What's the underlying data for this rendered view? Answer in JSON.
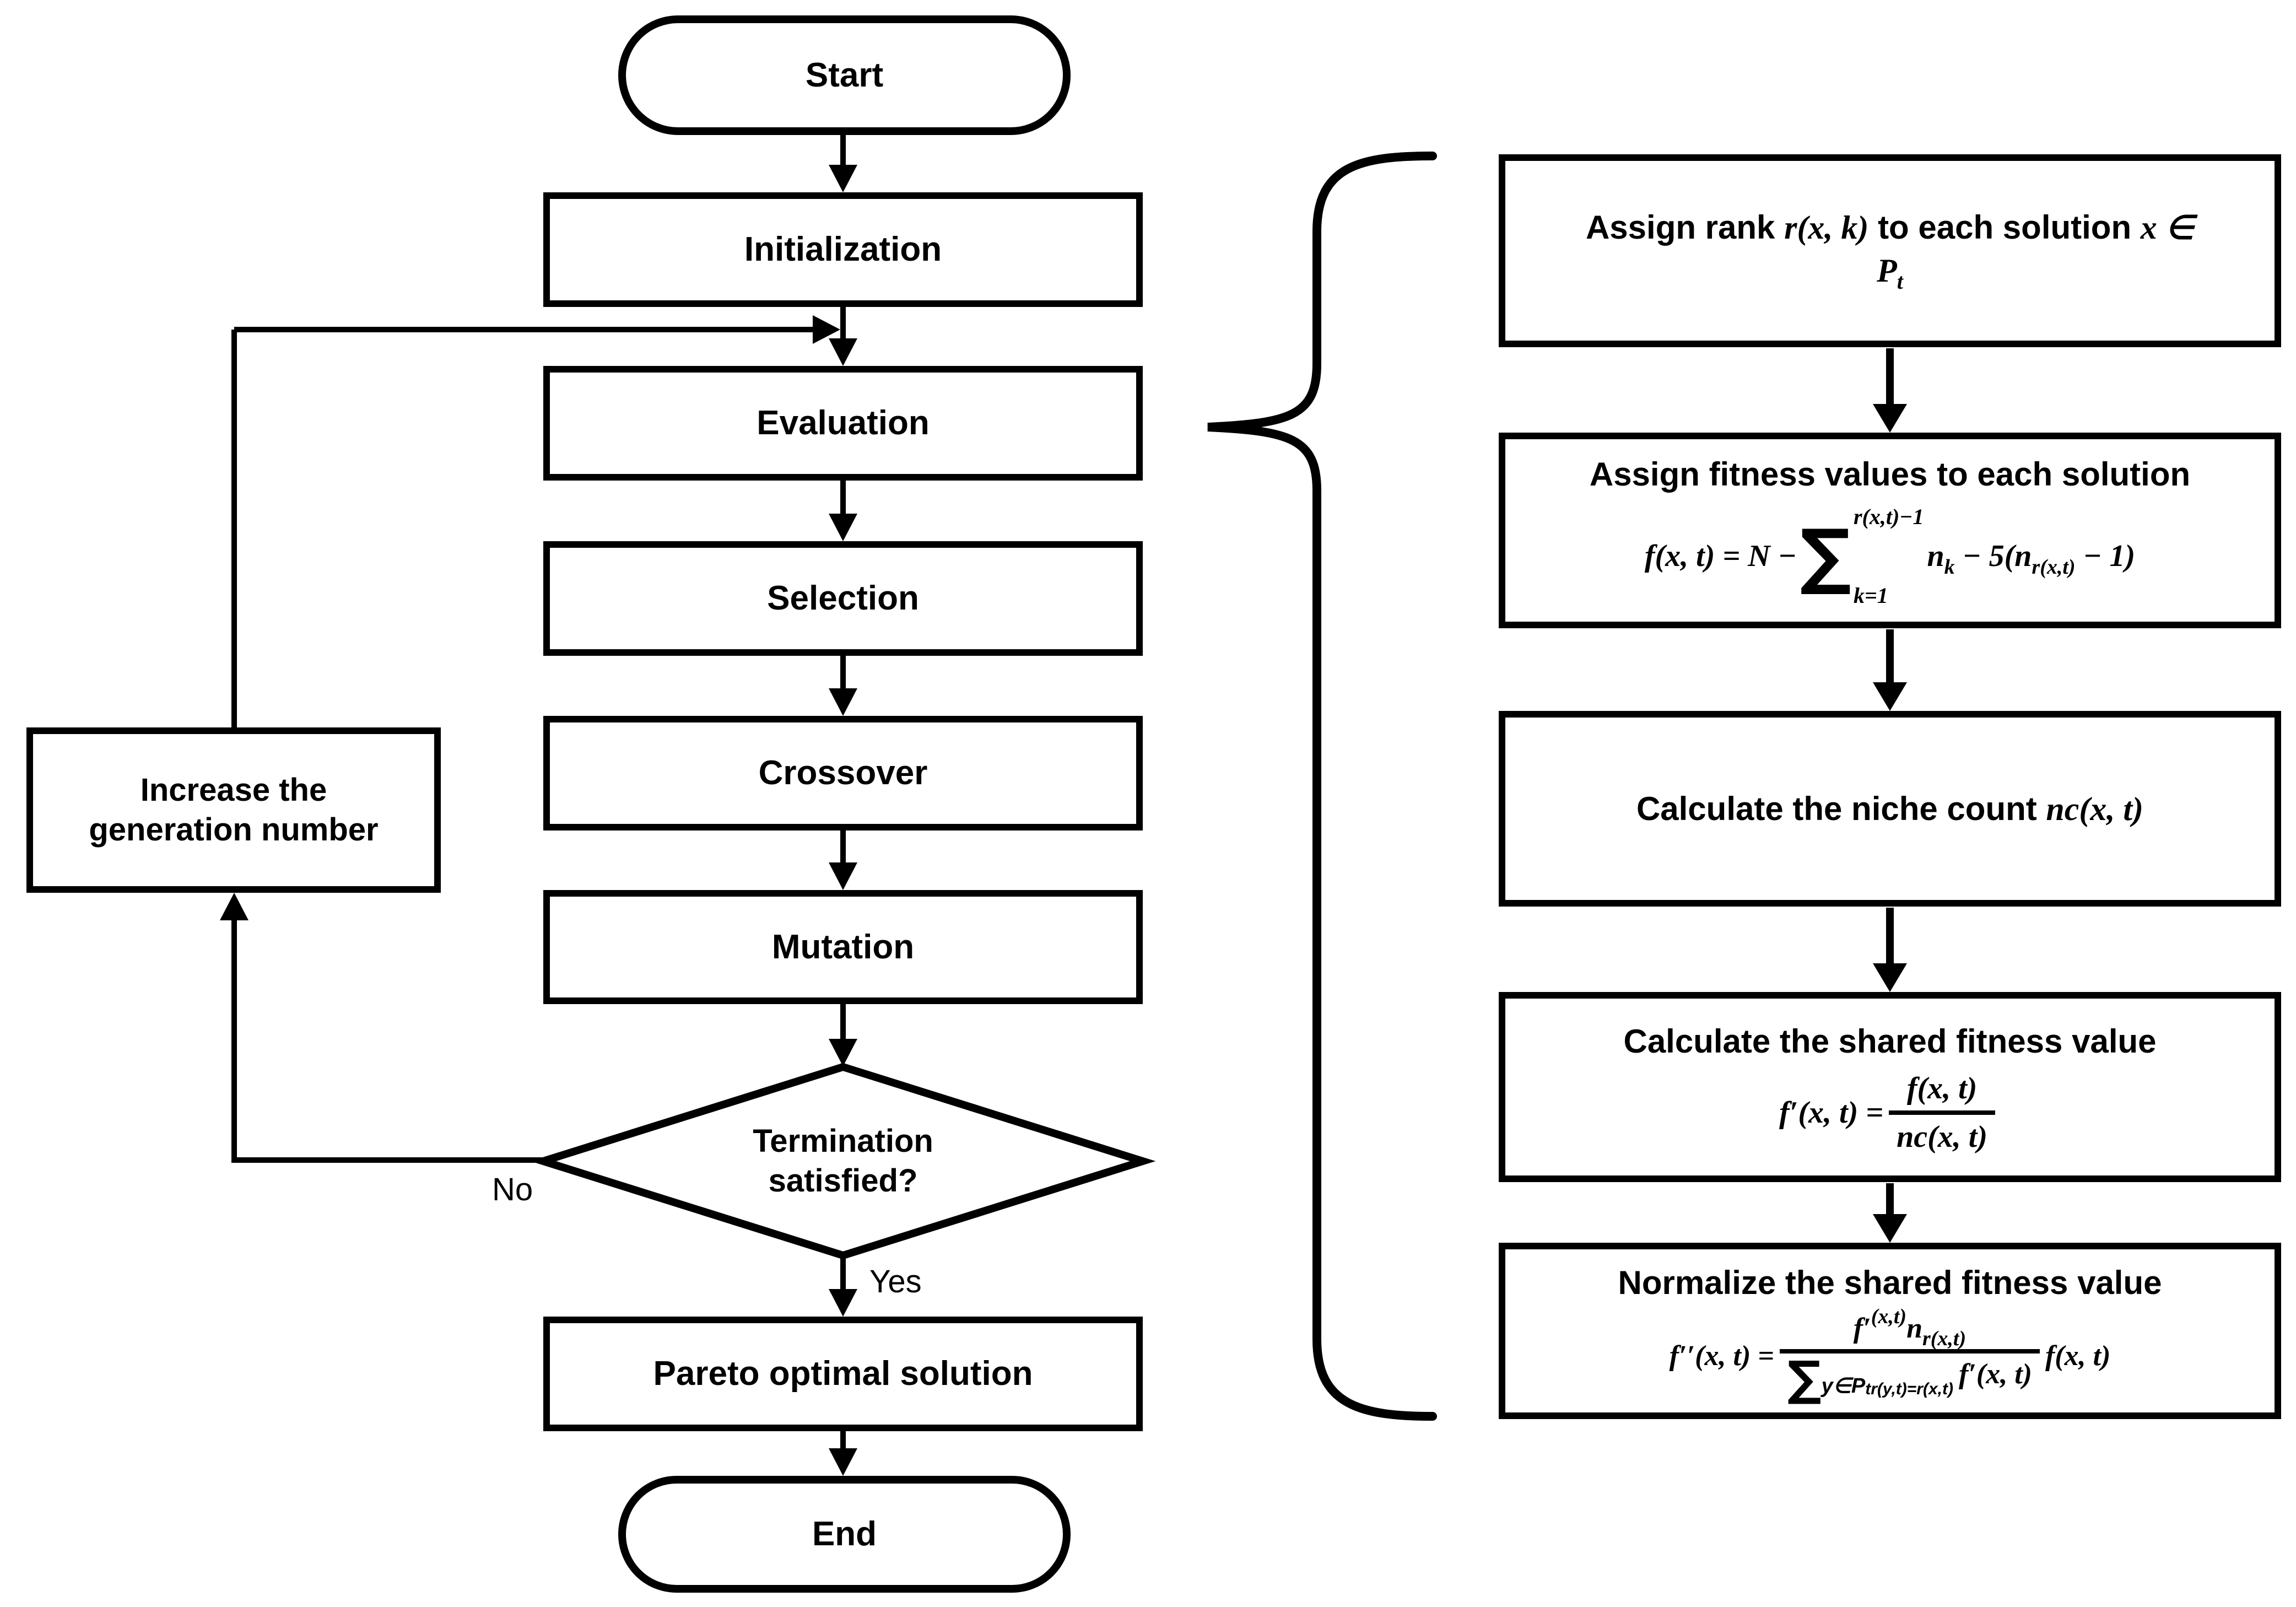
{
  "colors": {
    "background": "#ffffff",
    "stroke": "#000000"
  },
  "left": {
    "start": "Start",
    "initialization": "Initialization",
    "evaluation": "Evaluation",
    "selection": "Selection",
    "crossover": "Crossover",
    "mutation": "Mutation",
    "decision": {
      "line1": "Termination",
      "line2": "satisfied?"
    },
    "no_label": "No",
    "yes_label": "Yes",
    "pareto": "Pareto optimal solution",
    "end": "End",
    "increase": {
      "line1": "Increase the",
      "line2": "generation number"
    }
  },
  "right": {
    "box1": {
      "t1": "Assign rank ",
      "m1": "r(x, k)",
      "t2": " to each solution ",
      "m2": "x ∈",
      "p": "P",
      "p_sub": "t"
    },
    "box2": {
      "title": "Assign fitness values to each solution",
      "lhs": "f(x, t) = N −",
      "sigma": "∑",
      "sum_top": "r(x,t)−1",
      "sum_bottom": "k=1",
      "n1": "n",
      "n1_sub": "k",
      "mid": " − 5(n",
      "mid_sub": "r(x,t)",
      "tail": " − 1)"
    },
    "box3": {
      "t1": "Calculate the niche count ",
      "m1": "nc(x, t)"
    },
    "box4": {
      "title": "Calculate the shared fitness value",
      "lhs": "f′(x, t) =",
      "num": "f(x, t)",
      "den": "nc(x, t)"
    },
    "box5": {
      "title": "Normalize the shared fitness value",
      "lhs": "f′′(x, t) =",
      "num_f": "f′",
      "num_sup": "(x,t)",
      "num_n": "n",
      "num_n_sub": "r(x,t)",
      "den_sigma": "∑",
      "den_sub1": "y∈P",
      "den_sub2": "tr(y,t)=r(x,t)",
      "den_f": "f′(x, t)",
      "tail": "f(x, t)"
    }
  }
}
